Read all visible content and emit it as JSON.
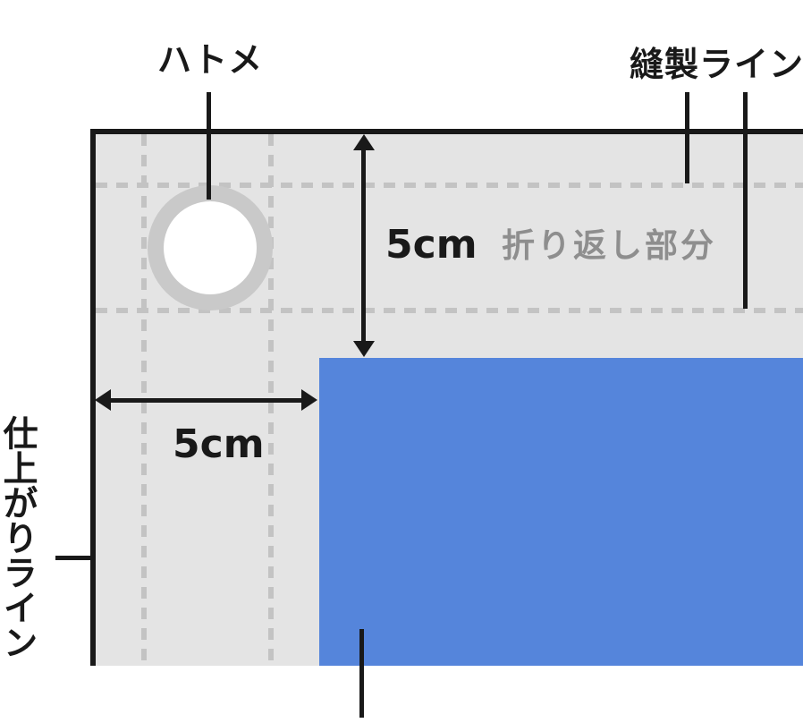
{
  "diagram": {
    "name": "banner-corner-finishing-diagram",
    "labels": {
      "grommet": "ハトメ",
      "sewing_line": "縫製ライン",
      "fold_section": "折り返し部分",
      "finish_line": "仕上がりライン",
      "fold_depth": "5cm",
      "side_margin": "5cm"
    },
    "colors": {
      "fabric": "#e4e4e4",
      "print_area": "#5585db",
      "dashed_guide": "#c3c3c3",
      "grommet_ring": "#c9c9c9",
      "grommet_hole": "#ffffff",
      "line_and_text": "#191919",
      "muted_text": "#8e8e8e",
      "background": "#ffffff"
    }
  }
}
